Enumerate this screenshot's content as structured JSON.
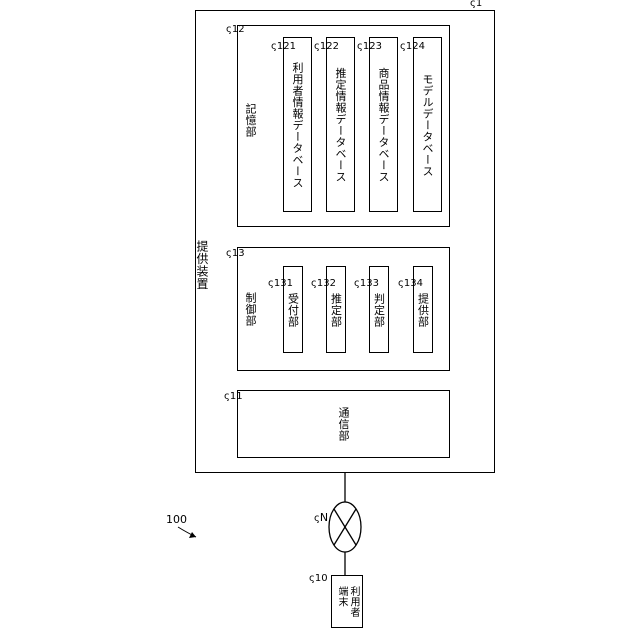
{
  "system_ref": "100",
  "network": {
    "label": "N"
  },
  "user_terminal": {
    "ref": "10",
    "label": "利用者\n端末"
  },
  "provider": {
    "ref": "1",
    "label": "提供装置",
    "communication": {
      "ref": "11",
      "label": "通信部"
    },
    "storage": {
      "ref": "12",
      "label": "記憶部",
      "items": [
        {
          "ref": "121",
          "label": "利用者情報データベース"
        },
        {
          "ref": "122",
          "label": "推定情報データベース"
        },
        {
          "ref": "123",
          "label": "商品情報データベース"
        },
        {
          "ref": "124",
          "label": "モデルデータベース"
        }
      ]
    },
    "control": {
      "ref": "13",
      "label": "制御部",
      "items": [
        {
          "ref": "131",
          "label": "受付部"
        },
        {
          "ref": "132",
          "label": "推定部"
        },
        {
          "ref": "133",
          "label": "判定部"
        },
        {
          "ref": "134",
          "label": "提供部"
        }
      ]
    }
  }
}
